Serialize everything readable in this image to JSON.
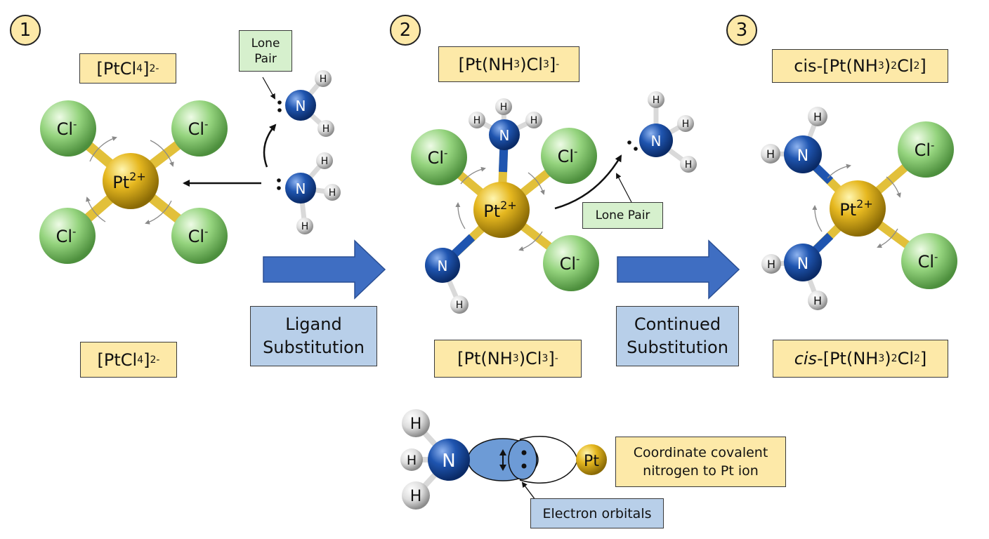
{
  "steps": [
    "1",
    "2",
    "3"
  ],
  "species": {
    "s1": {
      "pre": "[PtCl",
      "sub": "4",
      "mid": "]",
      "sup": "2-"
    },
    "s2": {
      "pre": "[Pt(NH",
      "sub": "3",
      "mid": ")Cl",
      "sub2": "3",
      "end": "]",
      "sup": "-"
    },
    "s3": {
      "prefix": "cis",
      "pre": "-[Pt(NH",
      "sub": "3",
      "mid": ")",
      "sub2": "2",
      "mid2": "Cl",
      "sub3": "2",
      "end": "]"
    }
  },
  "process_labels": {
    "ligand_line1": "Ligand",
    "ligand_line2": "Substitution",
    "continued_line1": "Continued",
    "continued_line2": "Substitution"
  },
  "lone_pair": {
    "label1_line1": "Lone",
    "label1_line2": "Pair",
    "label2": "Lone Pair"
  },
  "atoms": {
    "cl": "Cl",
    "cl_charge": "-",
    "pt": "Pt",
    "pt_charge": "2+",
    "n": "N",
    "h": "H"
  },
  "inset": {
    "pt": "Pt",
    "note_line1": "Coordinate covalent",
    "note_line2": "nitrogen to Pt ion",
    "orbital_label": "Electron orbitals"
  },
  "colors": {
    "pt": "#e6b820",
    "cl": "#8fd17a",
    "n": "#1f55b0",
    "h": "#e6e6e6",
    "arrow": "#3f6ec2",
    "label_fill": "#fde9a8",
    "process_fill": "#b8cfe9",
    "lone_pair_fill": "#d6f0cd"
  }
}
